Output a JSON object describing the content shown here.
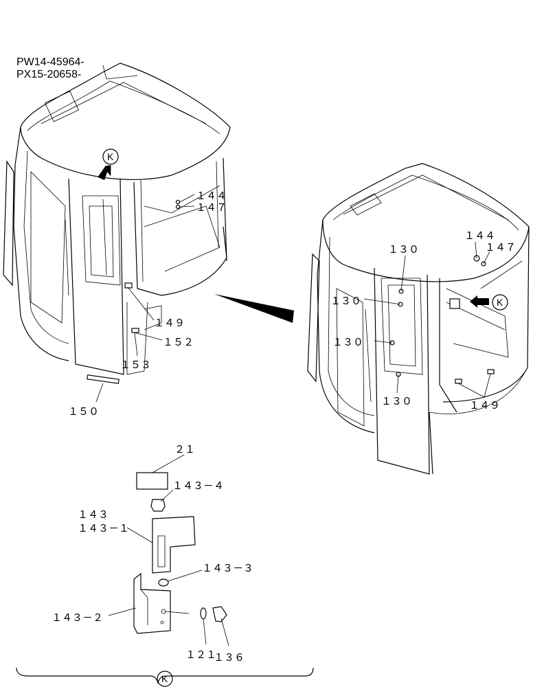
{
  "serials": [
    "PW14-45964-",
    "PX15-20658-"
  ],
  "view_marker": "K",
  "callouts": {
    "left_144": "１４４",
    "left_147": "１４７",
    "left_149": "１４９",
    "left_152": "１５２",
    "left_153": "１５３",
    "left_150": "１５０",
    "right_130_a": "１３０",
    "right_130_b": "１３０",
    "right_130_c": "１３０",
    "right_130_d": "１３０",
    "right_144": "１４４",
    "right_147": "１４７",
    "right_149": "１４９",
    "d_21": "２１",
    "d_143_4": "１４３－４",
    "d_143": "１４３",
    "d_143_1": "１４３－１",
    "d_143_3": "１４３－３",
    "d_143_2": "１４３－２",
    "d_121": "１２１",
    "d_136": "１３６"
  }
}
